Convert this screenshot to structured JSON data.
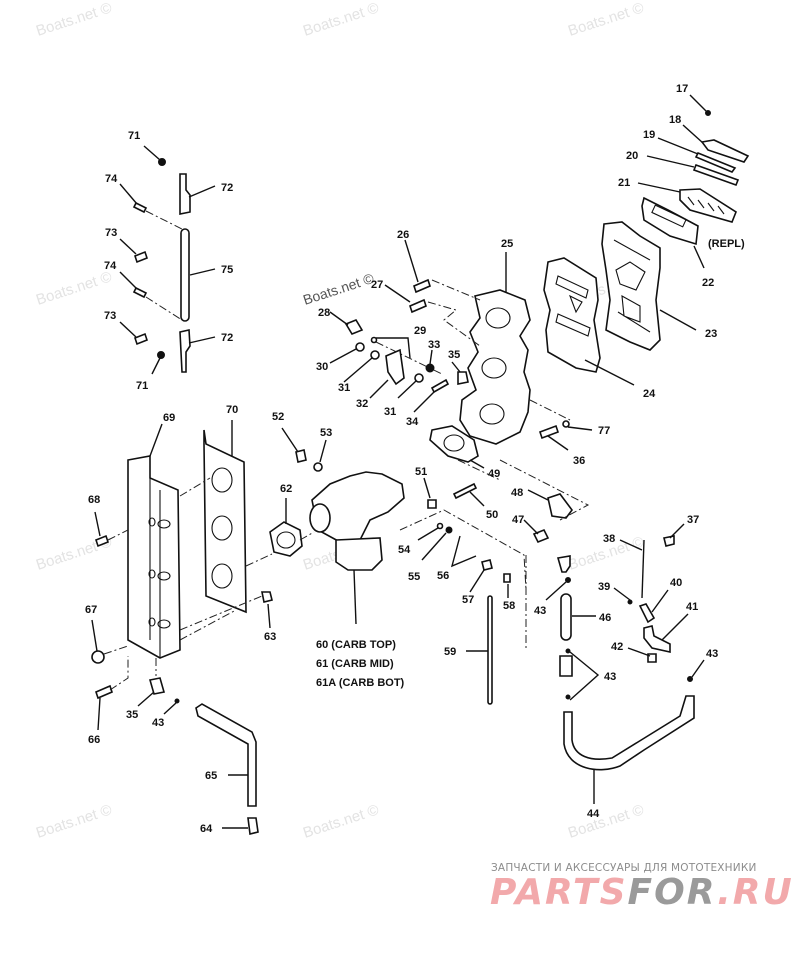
{
  "diagram": {
    "title": "Outboard intake manifold, reed valves, carburetor and linkage exploded view",
    "callouts": [
      {
        "id": "17",
        "label": "17"
      },
      {
        "id": "18",
        "label": "18"
      },
      {
        "id": "19",
        "label": "19"
      },
      {
        "id": "20",
        "label": "20"
      },
      {
        "id": "21",
        "label": "21"
      },
      {
        "id": "22",
        "label": "22"
      },
      {
        "id": "23",
        "label": "23"
      },
      {
        "id": "24",
        "label": "24"
      },
      {
        "id": "25",
        "label": "25"
      },
      {
        "id": "26",
        "label": "26"
      },
      {
        "id": "27",
        "label": "27"
      },
      {
        "id": "28",
        "label": "28"
      },
      {
        "id": "29",
        "label": "29"
      },
      {
        "id": "30",
        "label": "30"
      },
      {
        "id": "31a",
        "label": "31"
      },
      {
        "id": "31b",
        "label": "31"
      },
      {
        "id": "32",
        "label": "32"
      },
      {
        "id": "33",
        "label": "33"
      },
      {
        "id": "34",
        "label": "34"
      },
      {
        "id": "35a",
        "label": "35"
      },
      {
        "id": "35b",
        "label": "35"
      },
      {
        "id": "36",
        "label": "36"
      },
      {
        "id": "37",
        "label": "37"
      },
      {
        "id": "38",
        "label": "38"
      },
      {
        "id": "39",
        "label": "39"
      },
      {
        "id": "40",
        "label": "40"
      },
      {
        "id": "41",
        "label": "41"
      },
      {
        "id": "42",
        "label": "42"
      },
      {
        "id": "43a",
        "label": "43"
      },
      {
        "id": "43b",
        "label": "43"
      },
      {
        "id": "43c",
        "label": "43"
      },
      {
        "id": "43d",
        "label": "43"
      },
      {
        "id": "44",
        "label": "44"
      },
      {
        "id": "46",
        "label": "46"
      },
      {
        "id": "47",
        "label": "47"
      },
      {
        "id": "48",
        "label": "48"
      },
      {
        "id": "49",
        "label": "49"
      },
      {
        "id": "50",
        "label": "50"
      },
      {
        "id": "51",
        "label": "51"
      },
      {
        "id": "52",
        "label": "52"
      },
      {
        "id": "53",
        "label": "53"
      },
      {
        "id": "54",
        "label": "54"
      },
      {
        "id": "55",
        "label": "55"
      },
      {
        "id": "56",
        "label": "56"
      },
      {
        "id": "57",
        "label": "57"
      },
      {
        "id": "58",
        "label": "58"
      },
      {
        "id": "59",
        "label": "59"
      },
      {
        "id": "62",
        "label": "62"
      },
      {
        "id": "63",
        "label": "63"
      },
      {
        "id": "64",
        "label": "64"
      },
      {
        "id": "65",
        "label": "65"
      },
      {
        "id": "66",
        "label": "66"
      },
      {
        "id": "67",
        "label": "67"
      },
      {
        "id": "68",
        "label": "68"
      },
      {
        "id": "69",
        "label": "69"
      },
      {
        "id": "70",
        "label": "70"
      },
      {
        "id": "71a",
        "label": "71"
      },
      {
        "id": "71b",
        "label": "71"
      },
      {
        "id": "72a",
        "label": "72"
      },
      {
        "id": "72b",
        "label": "72"
      },
      {
        "id": "73a",
        "label": "73"
      },
      {
        "id": "73b",
        "label": "73"
      },
      {
        "id": "74a",
        "label": "74"
      },
      {
        "id": "74b",
        "label": "74"
      },
      {
        "id": "75",
        "label": "75"
      },
      {
        "id": "77",
        "label": "77"
      }
    ],
    "notes": {
      "repl": "(REPL)",
      "carb_top": "60 (CARB TOP)",
      "carb_mid": "61 (CARB MID)",
      "carb_bot": "61A (CARB BOT)"
    }
  },
  "watermarks": {
    "text": "Boats.net ©"
  },
  "branding": {
    "tagline": "ЗАПЧАСТИ И АКСЕССУАРЫ ДЛЯ МОТОТЕХНИКИ",
    "logo_part1": "PARTS",
    "logo_part2": "FOR",
    "logo_part3": ".RU",
    "colors": {
      "pink": "#f2a9ab",
      "gray": "#9a9a9a"
    }
  }
}
